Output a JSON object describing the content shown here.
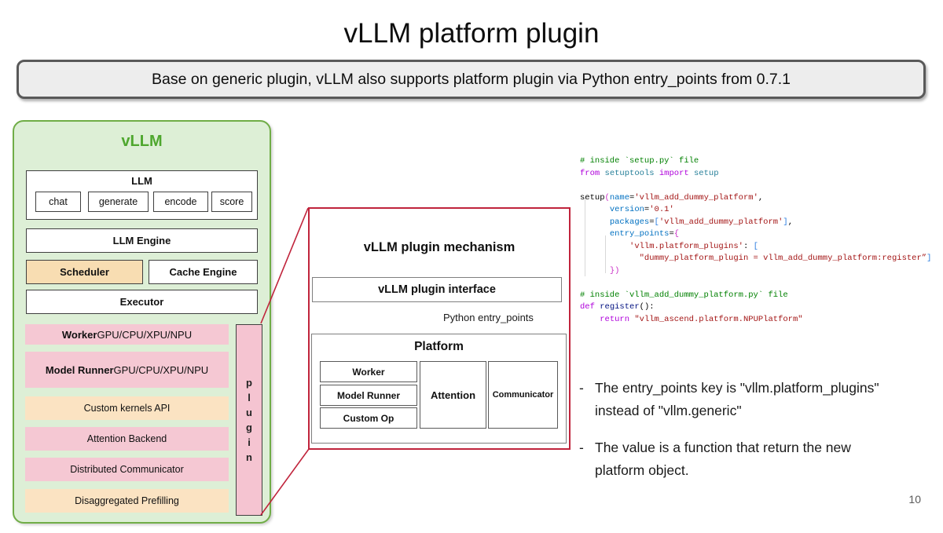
{
  "slide": {
    "title": "vLLM platform plugin",
    "page_number": "10"
  },
  "banner": {
    "text": "Base on generic plugin, vLLM also supports platform plugin via Python entry_points from 0.7.1"
  },
  "vllm_panel": {
    "title": "vLLM",
    "llm": {
      "title": "LLM",
      "apis": [
        "chat",
        "generate",
        "encode",
        "score"
      ]
    },
    "llm_engine": "LLM Engine",
    "scheduler": "Scheduler",
    "cache_engine": "Cache Engine",
    "executor": "Executor",
    "worker_bold": "Worker",
    "worker_rest": " GPU/CPU/XPU/NPU",
    "model_runner_bold": "Model Runner",
    "model_runner_rest": " GPU/CPU/XPU/NPU",
    "custom_kernels": "Custom kernels API",
    "attention_backend": "Attention Backend",
    "distributed_communicator": "Distributed Communicator",
    "disaggregated_prefilling": "Disaggregated Prefilling",
    "plugin_letters": [
      "p",
      "l",
      "u",
      "g",
      "i",
      "n"
    ]
  },
  "mechanism": {
    "title": "vLLM plugin mechanism",
    "interface_label": "vLLM plugin interface",
    "arrow_label": "Python entry_points",
    "platform_title": "Platform",
    "platform_stack": [
      "Worker",
      "Model Runner",
      "Custom Op"
    ],
    "attention": "Attention",
    "communicator": "Communicator"
  },
  "code": {
    "lines": [
      [
        {
          "c": "com",
          "t": "# inside `setup.py` file"
        }
      ],
      [
        {
          "c": "kw",
          "t": "from"
        },
        {
          "c": "pl",
          "t": " "
        },
        {
          "c": "mod",
          "t": "setuptools"
        },
        {
          "c": "pl",
          "t": " "
        },
        {
          "c": "kw",
          "t": "import"
        },
        {
          "c": "pl",
          "t": " "
        },
        {
          "c": "mod",
          "t": "setup"
        }
      ],
      [],
      [
        {
          "c": "pl",
          "t": "setup"
        },
        {
          "c": "b1",
          "t": "("
        },
        {
          "c": "prm",
          "t": "name"
        },
        {
          "c": "pl",
          "t": "="
        },
        {
          "c": "str",
          "t": "'vllm_add_dummy_platform'"
        },
        {
          "c": "pl",
          "t": ","
        }
      ],
      [
        {
          "c": "pl",
          "t": "      "
        },
        {
          "c": "prm",
          "t": "version"
        },
        {
          "c": "pl",
          "t": "="
        },
        {
          "c": "str",
          "t": "'0.1'"
        }
      ],
      [
        {
          "c": "pl",
          "t": "      "
        },
        {
          "c": "prm",
          "t": "packages"
        },
        {
          "c": "pl",
          "t": "="
        },
        {
          "c": "b2",
          "t": "["
        },
        {
          "c": "str",
          "t": "'vllm_add_dummy_platform'"
        },
        {
          "c": "b2",
          "t": "]"
        },
        {
          "c": "pl",
          "t": ","
        }
      ],
      [
        {
          "c": "pl",
          "t": "      "
        },
        {
          "c": "prm",
          "t": "entry_points"
        },
        {
          "c": "pl",
          "t": "="
        },
        {
          "c": "b1",
          "t": "{"
        }
      ],
      [
        {
          "c": "pl",
          "t": "          "
        },
        {
          "c": "str",
          "t": "'vllm.platform_plugins'"
        },
        {
          "c": "pl",
          "t": ": "
        },
        {
          "c": "b2",
          "t": "["
        }
      ],
      [
        {
          "c": "pl",
          "t": "            "
        },
        {
          "c": "str",
          "t": "\"dummy_platform_plugin = vllm_add_dummy_platform:register”"
        },
        {
          "c": "b2",
          "t": "]"
        }
      ],
      [
        {
          "c": "pl",
          "t": "      "
        },
        {
          "c": "b1",
          "t": "})"
        }
      ],
      [],
      [
        {
          "c": "com",
          "t": "# inside `vllm_add_dummy_platform.py` file"
        }
      ],
      [
        {
          "c": "kw",
          "t": "def"
        },
        {
          "c": "pl",
          "t": " "
        },
        {
          "c": "fn",
          "t": "register"
        },
        {
          "c": "pl",
          "t": "():"
        }
      ],
      [
        {
          "c": "pl",
          "t": "    "
        },
        {
          "c": "kw",
          "t": "return"
        },
        {
          "c": "pl",
          "t": " "
        },
        {
          "c": "str",
          "t": "\"vllm_ascend.platform.NPUPlatform\""
        }
      ]
    ]
  },
  "notes_marker": "-",
  "notes": [
    [
      "The entry_points key is \"vllm.platform_plugins\"",
      "instead of \"vllm.generic\""
    ],
    [
      "The value is a function that return the new",
      "platform object."
    ]
  ],
  "colors": {
    "green_border": "#70AD47",
    "green_fill": "#DDEFD6",
    "green_text": "#4EA72E",
    "pink_fill": "#F5C8D3",
    "tan_fill": "#FBE3C2",
    "scheduler_fill": "#F8DDB2",
    "red_accent": "#C0243C",
    "arrow_red": "#E01F36",
    "banner_fill": "#EDEDED",
    "banner_border": "#595959",
    "code_comment": "#008000",
    "code_keyword": "#AF00DB",
    "code_string": "#A31515"
  }
}
